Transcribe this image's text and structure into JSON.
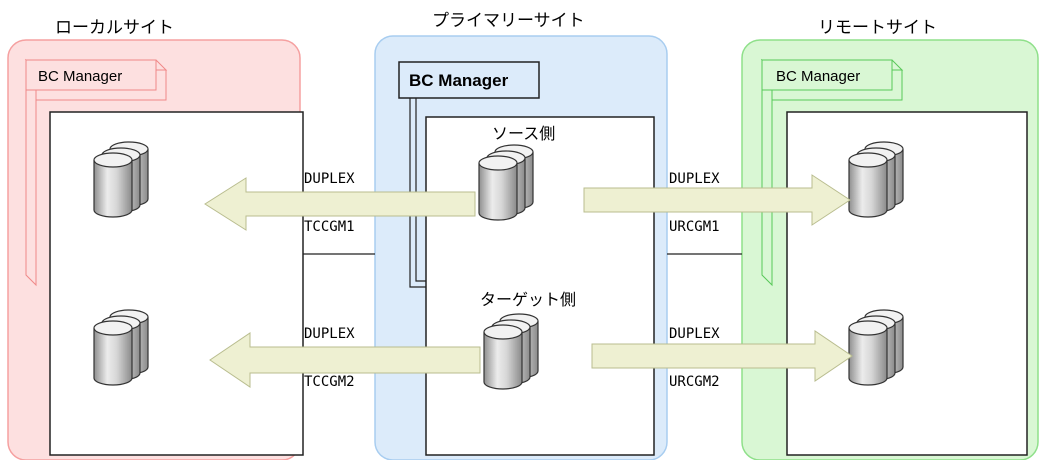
{
  "sites": {
    "local": {
      "title": "ローカルサイト",
      "manager": "BC Manager"
    },
    "primary": {
      "title": "プライマリーサイト",
      "manager": "BC Manager"
    },
    "remote": {
      "title": "リモートサイト",
      "manager": "BC Manager"
    }
  },
  "volumes": {
    "source": "ソース側",
    "target": "ターゲット側"
  },
  "links": {
    "tc1": {
      "status": "DUPLEX",
      "group": "TCCGM1"
    },
    "tc2": {
      "status": "DUPLEX",
      "group": "TCCGM2"
    },
    "ur1": {
      "status": "DUPLEX",
      "group": "URCGM1"
    },
    "ur2": {
      "status": "DUPLEX",
      "group": "URCGM2"
    }
  },
  "colors": {
    "local_fill": "#fde0e0",
    "local_stroke": "#f5a0a0",
    "primary_fill": "#dcebfa",
    "primary_stroke": "#a8cdf0",
    "remote_fill": "#d9f7d4",
    "remote_stroke": "#8fe08a",
    "arrow_fill": "#eef0d2",
    "arrow_stroke": "#b9bd8f"
  }
}
